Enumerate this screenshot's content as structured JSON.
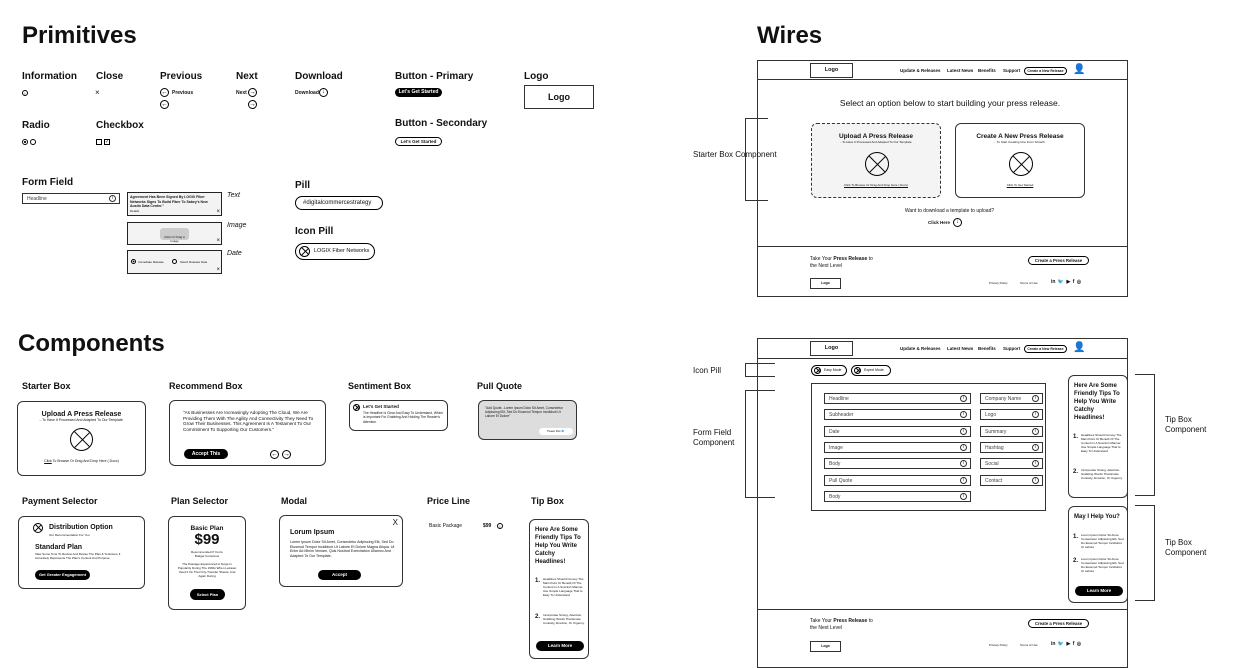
{
  "primitives": {
    "title": "Primitives",
    "information": {
      "label": "Information",
      "icon": "i"
    },
    "close": {
      "label": "Close",
      "icon": "×"
    },
    "previous": {
      "label": "Previous",
      "text": "Previous"
    },
    "next": {
      "label": "Next",
      "text": "Next"
    },
    "download": {
      "label": "Download",
      "text": "Download"
    },
    "button_primary": {
      "label": "Button - Primary",
      "text": "Let's Get Started"
    },
    "button_secondary": {
      "label": "Button - Secondary",
      "text": "Let's Get Started"
    },
    "logo": {
      "label": "Logo",
      "text": "Logo"
    },
    "radio": {
      "label": "Radio"
    },
    "checkbox": {
      "label": "Checkbox"
    },
    "form_field": {
      "label": "Form Field",
      "placeholder": "Headline",
      "text_box": {
        "label": "Text",
        "content": "Agreement Has Been Signed By LOGIX Fiber Networks Signs To Build Fiber To Sabey's New Austin Data Center.\"",
        "sub": "Details"
      },
      "image_box": {
        "label": "Image",
        "content": "Click Or Drag A Image"
      },
      "date_box": {
        "label": "Date",
        "opt1": "Immediate Release",
        "opt2": "Select Release Date"
      }
    },
    "pill": {
      "label": "Pill",
      "text": "#digitalcommercestrategy"
    },
    "icon_pill": {
      "label": "Icon Pill",
      "text": "LOGIX Fiber Networks"
    }
  },
  "components": {
    "title": "Components",
    "starter": {
      "label": "Starter Box",
      "title": "Upload A Press Release",
      "sub": "...To Have It Processed And Adapted To Our Template.",
      "link": "Click",
      "foot": " To Browse Or Drag And Drop Here (.Docx)"
    },
    "recommend": {
      "label": "Recommend Box",
      "quote": "\"As Businesses Are Increasingly Adopting The Cloud, We Are Providing Them With The Agility And Connectivity They Need To Grow Their Businesses. This Agreement Is A Testament To Our Commitment To Supporting Our Customers.\"",
      "button": "Accept This"
    },
    "sentiment": {
      "label": "Sentiment Box",
      "title": "Let's Get Started",
      "body": "The Headline Is Clear And Easy To Understand, Which Is Important For Grabbing And Holding The Reader's Attention."
    },
    "pull_quote": {
      "label": "Pull Quote",
      "text": "\"Add Quote...Lorem Ipsum Dolor Sit Amet, Consectetur Adipiscing Elit, Sed Do Eiusmod Tempor Incididunt Ut Labore Et Dolore\"",
      "tweet": "Tweet this"
    },
    "payment": {
      "label": "Payment Selector",
      "title": "Distribution Option",
      "sub": "Our Recommendation For You",
      "plan": "Standard Plan",
      "desc": "Take Some Time To Review And Revise The Plan & To Ensure It Accurately Represents The Plan's Content And Purpose.",
      "button": "Get Greater Engagement"
    },
    "plan": {
      "label": "Plan Selector",
      "title": "Basic Plan",
      "price": "$99",
      "sub": "Recommended If You're Budget Conscious",
      "desc": "The Passage Experienced A Surge In Popularity During The 1960s When Letraset Used It On Their Dry-Transfer Sheets, And Again During",
      "button": "Select Plan"
    },
    "modal": {
      "label": "Modal",
      "title": "Lorum Ipsum",
      "body": "Lorem Ipsum Dolor Sit Amet, Consectetur Adipiscing Elit, Sed Do Eiusmod Tempor Incididunt Ut Labore Et Dolore Magna Aliqua. Ut Enim Ad Minim Veniam, Quis Nostrud Exercitation Ullamco And Adapted To Our Template.",
      "button": "Accept",
      "close": "X"
    },
    "price_line": {
      "label": "Price Line",
      "name": "Basic Package",
      "price": "$99"
    },
    "tip": {
      "label": "Tip Box",
      "title": "Here Are Some Friendly Tips To Help You Write Catchy Headlines!",
      "n1": "1.",
      "t1": "Headlines Should Convey The Main Point Or Benefit Of The Content In A Succinct Manner. Use Simple Language That Is Easy To Understand",
      "n2": "2.",
      "t2": "Incorporate Strong, Attention-Grabbing Words That Evoke Curiosity, Emotion, Or Urgency.",
      "button": "Learn More"
    }
  },
  "wires": {
    "title": "Wires",
    "nav": {
      "logo": "Logo",
      "items": [
        "Update & Releases",
        "Latest News",
        "Benefits",
        "Support"
      ],
      "cta": "Create a New Release"
    },
    "wire1": {
      "heading": "Select an option below to start building your press release.",
      "upload": {
        "title": "Upload A Press Release",
        "sub": "...To Have It Processed And Adapted To Our Template.",
        "foot": "Click To Browse Or Drag And Drop Here (.Docx)"
      },
      "create": {
        "title": "Create A New Press Release",
        "sub": "...To Start Creating One From Scratch.",
        "foot": "Click To Get Started"
      },
      "download_q": "Want to download a template to upload?",
      "click_here": "Click Here"
    },
    "footer": {
      "pre": "Take Your ",
      "bold": "Press Release",
      "post": " to",
      "line2": "the Next Level",
      "cta": "Create a Press Release",
      "logo": "Logo",
      "privacy": "Privacy Policy",
      "terms": "Terms of Use",
      "social": [
        "in",
        "🐦",
        "▶",
        "f",
        "◎"
      ]
    },
    "wire2": {
      "pills": [
        "Easy Mode",
        "Expert Mode"
      ],
      "left_fields": [
        "Headline",
        "Subheader",
        "Date",
        "Image",
        "Body",
        "Pull Quote",
        "Body"
      ],
      "right_fields": [
        "Company Name",
        "Logo",
        "Summary",
        "Hashtag",
        "Social",
        "Contact"
      ],
      "tip2": {
        "title": "May I Help You?",
        "n1": "1.",
        "t1": "Lorem Ipsum Dolor Sit Amet, Consectetur Adipiscing Elit, Sed Do Eiusmod Tempor Incididunt Ut Labore",
        "n2": "2.",
        "t2": "Lorem Ipsum Dolor Sit Amet, Consectetur Adipiscing Elit, Sed Do Eiusmod Tempor Incididunt Ut Labore",
        "button": "Learn More"
      }
    },
    "annotations": {
      "starter": "Starter Box Component",
      "icon_pill": "Icon Pill",
      "form_field": "Form Field Component",
      "tip1": "Tip Box Component",
      "tip2": "Tip Box Component"
    }
  }
}
